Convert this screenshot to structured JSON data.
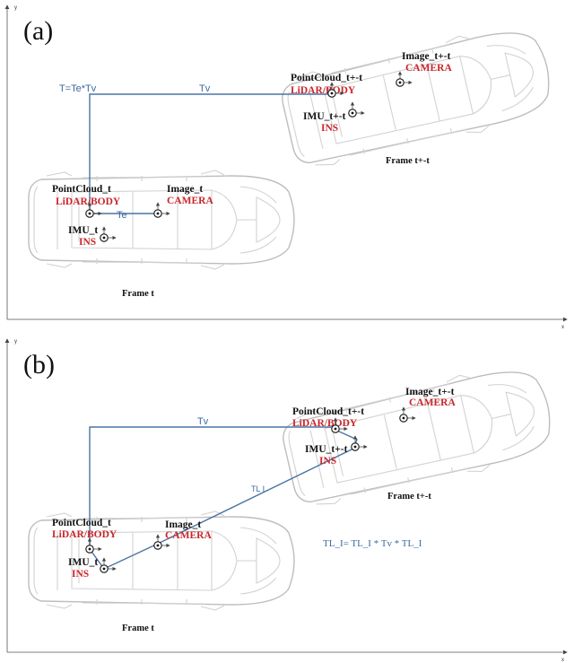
{
  "panel_a": {
    "label": "(a)",
    "frame_t": {
      "pointcloud": "PointCloud_t",
      "lidar": "LiDAR/BODY",
      "image": "Image_t",
      "camera": "CAMERA",
      "imu": "IMU_t",
      "ins": "INS",
      "frame": "Frame t"
    },
    "frame_t2": {
      "pointcloud": "PointCloud_t+-t",
      "lidar": "LiDAR/BODY",
      "image": "Image_t+-t",
      "camera": "CAMERA",
      "imu": "IMU_t+-t",
      "ins": "INS",
      "frame": "Frame t+-t"
    },
    "formula": "T=Te*Tv",
    "tv": "Tv",
    "te": "Te"
  },
  "panel_b": {
    "label": "(b)",
    "frame_t": {
      "pointcloud": "PointCloud_t",
      "lidar": "LiDAR/BODY",
      "image": "Image_t",
      "camera": "CAMERA",
      "imu": "IMU_t",
      "ins": "INS",
      "frame": "Frame t"
    },
    "frame_t2": {
      "pointcloud": "PointCloud_t+-t",
      "lidar": "LiDAR/BODY",
      "image": "Image_t+-t",
      "camera": "CAMERA",
      "imu": "IMU_t+-t",
      "ins": "INS",
      "frame": "Frame t+-t"
    },
    "tv": "Tv",
    "tli": "TL I",
    "formula": "TL_I= TL_I * Tv * TL_I"
  },
  "axes": {
    "x": "x",
    "y": "y"
  },
  "colors": {
    "label_red": "#c8262b",
    "transform_blue": "#4a74a6",
    "car_gray": "#bdbdbd"
  }
}
